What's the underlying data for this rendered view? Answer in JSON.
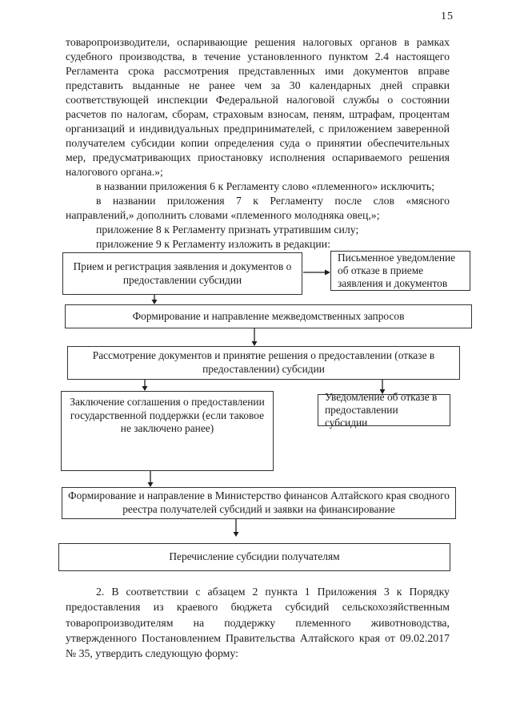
{
  "page": {
    "number": "15"
  },
  "paragraphs": {
    "p1": "товаропроизводители, оспаривающие решения налоговых органов в рамках судебного производства, в течение установленного пунктом 2.4 настоящего Регламента срока рассмотрения представленных ими документов вправе представить выданные не ранее чем за 30 календарных дней справки соответствующей инспекции Федеральной налоговой службы о состоянии расчетов по налогам, сборам, страховым взносам, пеням, штрафам, процентам организаций и индивидуальных предпринимателей, с приложением заверенной получателем субсидии копии определения суда о принятии обеспечительных мер, предусматривающих приостановку исполнения оспариваемого решения налогового органа.»;",
    "p2": "в названии приложения 6 к Регламенту слово «племенного» исключить;",
    "p3": "в названии приложения 7 к Регламенту после слов «мясного направлений,» дополнить словами «племенного молодняка овец,»;",
    "p4": "приложение 8 к Регламенту признать утратившим силу;",
    "p5": "приложение 9 к Регламенту изложить в редакции:",
    "p6": "2. В соответствии с абзацем 2 пункта 1 Приложения 3 к Порядку предоставления из краевого бюджета субсидий сельскохозяйственным товаропроизводителям на поддержку племенного животноводства, утвержденного Постановлением Правительства Алтайского края от 09.02.2017 № 35, утвердить следующую форму:"
  },
  "flowchart": {
    "boxes": [
      {
        "id": "reception",
        "text": "Прием и регистрация заявления и документов о предоставлении субсидии"
      },
      {
        "id": "written-refusal",
        "text": "Письменное уведомление об отказе в приеме заявления и документов"
      },
      {
        "id": "interagency-requests",
        "text": "Формирование и направление межведомственных запросов"
      },
      {
        "id": "review-decision",
        "text": "Рассмотрение документов и принятие решения о предоставлении (отказе в предоставлении) субсидии"
      },
      {
        "id": "agreement",
        "text": "Заключение соглашения о предоставлении государственной поддержки (если таковое не заключено ранее)"
      },
      {
        "id": "refusal-notice",
        "text": "Уведомление об отказе в предоставлении субсидии"
      },
      {
        "id": "registry-finance",
        "text": "Формирование и направление в Министерство финансов Алтайского края сводного реестра получателей субсидий и заявки на финансирование"
      },
      {
        "id": "transfer",
        "text": "Перечисление субсидии получателям"
      }
    ]
  }
}
